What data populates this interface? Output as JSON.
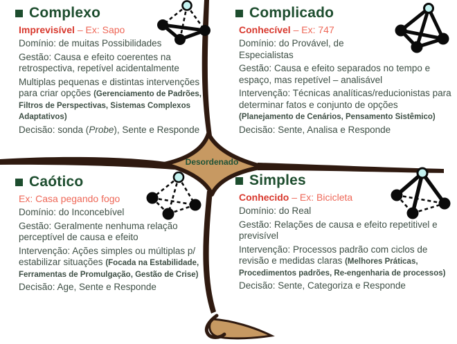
{
  "center": {
    "label": "Desordenado"
  },
  "colors": {
    "heading_green": "#1d4d2e",
    "body_dark": "#3e4f45",
    "red_strong": "#d8392e",
    "red_light": "#ee6757",
    "red_management": "#e64d3f",
    "decision_green": "#2fad67",
    "branch_brown": "#2f1a10",
    "star_tan": "#c79962",
    "node_cyan": "#c4f2f0",
    "node_black": "#0a0a0a"
  },
  "icons": [
    "complexo-network-icon",
    "complicado-network-icon",
    "caotico-network-icon",
    "simples-network-icon"
  ],
  "quadrants": [
    {
      "id": "complexo",
      "title": "Complexo",
      "subtitle_bold": "Imprevisível",
      "subtitle_rest": " – Ex: Sapo",
      "domain": "Domínio: de muitas Possibilidades",
      "management": "Gestão: Causa e efeito coerentes na retrospectiva, repetível acidentalmente",
      "intervention_main": "Multiplas pequenas e distintas intervenções para criar opções ",
      "intervention_paren": "(Gerenciamento de Padrões, Filtros de Perspectivas, Sistemas Complexos Adaptativos)",
      "decision_pre": "Decisão: sonda (",
      "decision_italic": "Probe",
      "decision_post": "),  Sente e Responde",
      "icon": "complexo-network-icon"
    },
    {
      "id": "complicado",
      "title": "Complicado",
      "subtitle_bold": "Conhecível",
      "subtitle_rest": " – Ex: 747",
      "domain": "Domínio: do Provável, de Especialistas",
      "management": "Gestão: Causa e efeito separados no tempo e espaço, mas repetível – analisável",
      "intervention_main": "Intervenção: Técnicas analíticas/reducionistas para determinar fatos e conjunto de opções ",
      "intervention_paren": "(Planejamento de Cenários, Pensamento Sistêmico)",
      "decision_pre": "Decisão: Sente, Analisa e Responde",
      "decision_italic": "",
      "decision_post": "",
      "icon": "complicado-network-icon"
    },
    {
      "id": "caotico",
      "title": "Caótico",
      "subtitle_bold": "",
      "subtitle_rest": "Ex: Casa pegando fogo",
      "domain": "Domínio: do Inconcebível",
      "management": "Gestão: Geralmente nenhuma relação perceptível de causa e efeito",
      "intervention_main": "Intervenção: Ações simples ou múltiplas p/ estabilizar situações ",
      "intervention_paren": "(Focada na Estabilidade, Ferramentas de Promulgação, Gestão de Crise)",
      "decision_pre": "Decisão: Age, Sente e Responde",
      "decision_italic": "",
      "decision_post": "",
      "icon": "caotico-network-icon"
    },
    {
      "id": "simples",
      "title": "Simples",
      "subtitle_bold": "Conhecido",
      "subtitle_rest": " – Ex: Bicicleta",
      "domain": "Domínio:  do Real",
      "management": "Gestão: Relações de causa e efeito repetitivel e previsível",
      "intervention_main": "Intervenção: Processos padrão com ciclos de revisão e medidas claras ",
      "intervention_paren": "(Melhores Práticas, Procedimentos padrões, Re-engenharia de processos)",
      "decision_pre": "Decisão: Sente, Categoriza e Responde",
      "decision_italic": "",
      "decision_post": "",
      "icon": "simples-network-icon"
    }
  ]
}
